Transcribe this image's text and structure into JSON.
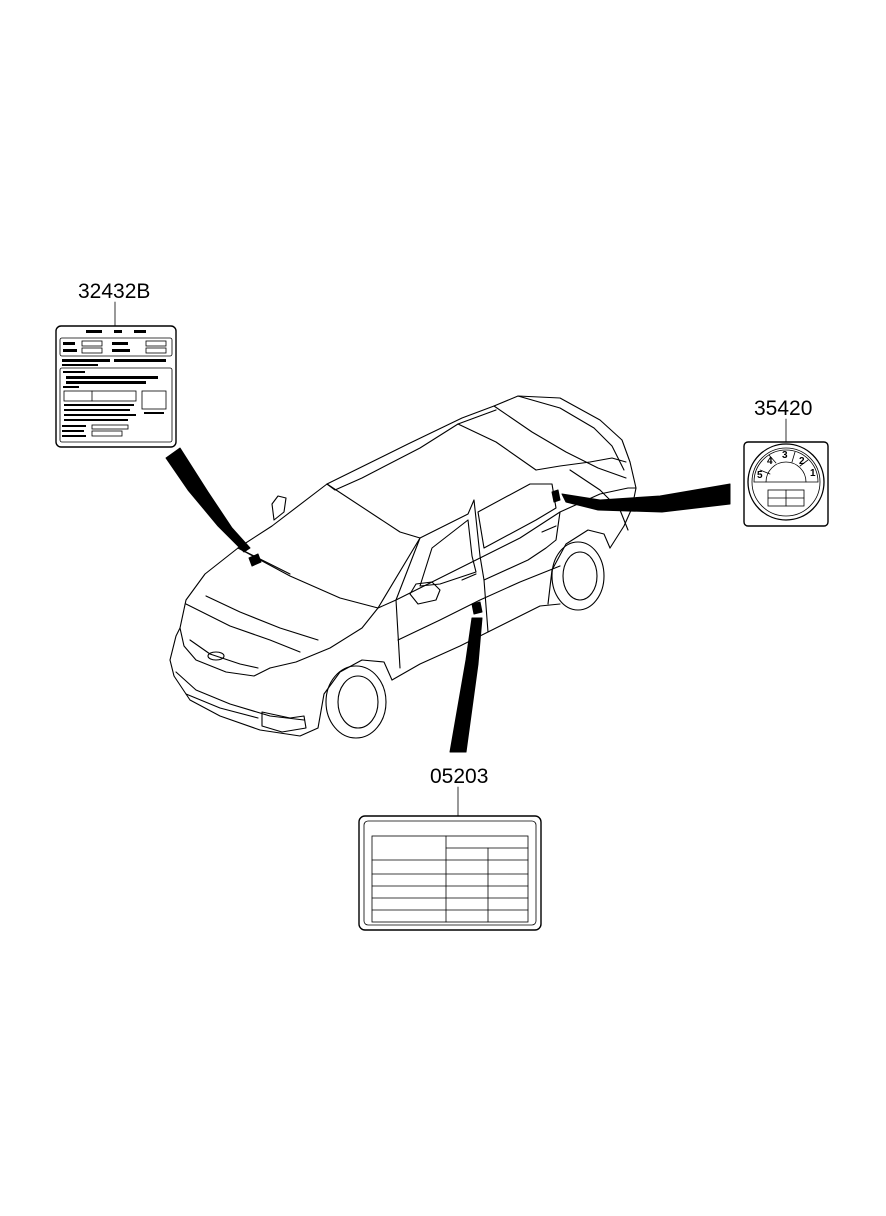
{
  "callouts": [
    {
      "id": "hood-label",
      "part_number": "32432B"
    },
    {
      "id": "fuel-door-label",
      "part_number": "35420"
    },
    {
      "id": "door-pillar-label",
      "part_number": "05203"
    }
  ],
  "fuel_label_numbers": [
    "5",
    "4",
    "3",
    "2",
    "1"
  ]
}
